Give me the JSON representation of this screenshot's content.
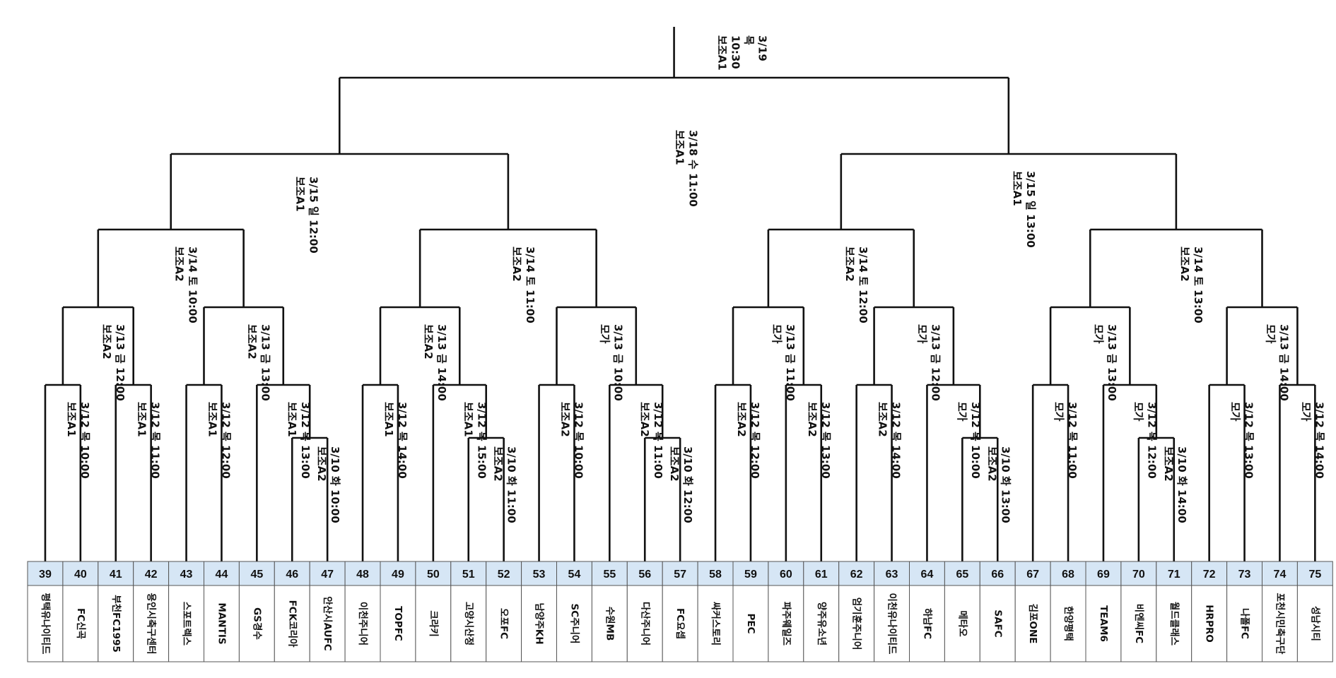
{
  "teams": [
    {
      "num": "39",
      "name": "평택유나이티드"
    },
    {
      "num": "40",
      "name": "FC신곡"
    },
    {
      "num": "41",
      "name": "부천FC1995"
    },
    {
      "num": "42",
      "name": "용인시축구센터"
    },
    {
      "num": "43",
      "name": "스포트렉스"
    },
    {
      "num": "44",
      "name": "MANTIS"
    },
    {
      "num": "45",
      "name": "GS경수"
    },
    {
      "num": "46",
      "name": "FCK코리아"
    },
    {
      "num": "47",
      "name": "안산시AUFC"
    },
    {
      "num": "48",
      "name": "이천주니어"
    },
    {
      "num": "49",
      "name": "TOPFC"
    },
    {
      "num": "50",
      "name": "크라키"
    },
    {
      "num": "51",
      "name": "고양시산정"
    },
    {
      "num": "52",
      "name": "오포FC"
    },
    {
      "num": "53",
      "name": "남양주KH"
    },
    {
      "num": "54",
      "name": "SC주니어"
    },
    {
      "num": "55",
      "name": "수원MB"
    },
    {
      "num": "56",
      "name": "다산주니어"
    },
    {
      "num": "57",
      "name": "FC요셉"
    },
    {
      "num": "58",
      "name": "싸커스토리"
    },
    {
      "num": "59",
      "name": "PEC"
    },
    {
      "num": "60",
      "name": "파주웨일즈"
    },
    {
      "num": "61",
      "name": "양주유소년"
    },
    {
      "num": "62",
      "name": "엄기훈주니어"
    },
    {
      "num": "63",
      "name": "이천유나이티드"
    },
    {
      "num": "64",
      "name": "하남FC"
    },
    {
      "num": "65",
      "name": "메타오"
    },
    {
      "num": "66",
      "name": "SAFC"
    },
    {
      "num": "67",
      "name": "김포ONE"
    },
    {
      "num": "68",
      "name": "한양평택"
    },
    {
      "num": "69",
      "name": "TEAM6"
    },
    {
      "num": "70",
      "name": "비엔씨FC"
    },
    {
      "num": "71",
      "name": "월드클래스"
    },
    {
      "num": "72",
      "name": "HRPRO"
    },
    {
      "num": "73",
      "name": "나폴FC"
    },
    {
      "num": "74",
      "name": "포천시민축구단"
    },
    {
      "num": "75",
      "name": "성남시티"
    }
  ],
  "matches": [
    {
      "id": "m-0310-1000",
      "time": "3/10 화 10:00",
      "venue": "보조A2"
    },
    {
      "id": "m-0310-1100",
      "time": "3/10 화 11:00",
      "venue": "보조A2"
    },
    {
      "id": "m-0310-1200",
      "time": "3/10 화 12:00",
      "venue": "보조A2"
    },
    {
      "id": "m-0310-1300",
      "time": "3/10 화 13:00",
      "venue": "보조A2"
    },
    {
      "id": "m-0310-1400",
      "time": "3/10 화 14:00",
      "venue": "보조A2"
    },
    {
      "id": "m-0312-a1-1000",
      "time": "3/12 목 10:00",
      "venue": "보조A1"
    },
    {
      "id": "m-0312-a1-1100",
      "time": "3/12 목 11:00",
      "venue": "보조A1"
    },
    {
      "id": "m-0312-a1-1200",
      "time": "3/12 목 12:00",
      "venue": "보조A1"
    },
    {
      "id": "m-0312-a1-1300",
      "time": "3/12 목 13:00",
      "venue": "보조A1"
    },
    {
      "id": "m-0312-a1-1400",
      "time": "3/12 목 14:00",
      "venue": "보조A1"
    },
    {
      "id": "m-0312-a1-1500",
      "time": "3/12 목 15:00",
      "venue": "보조A1"
    },
    {
      "id": "m-0312-a2-1000",
      "time": "3/12 목 10:00",
      "venue": "보조A2"
    },
    {
      "id": "m-0312-a2-1100",
      "time": "3/12 목 11:00",
      "venue": "보조A2"
    },
    {
      "id": "m-0312-a2-1200",
      "time": "3/12 목 12:00",
      "venue": "보조A2"
    },
    {
      "id": "m-0312-a2-1300",
      "time": "3/12 목 13:00",
      "venue": "보조A2"
    },
    {
      "id": "m-0312-a2-1400",
      "time": "3/12 목 14:00",
      "venue": "보조A2"
    },
    {
      "id": "m-0312-mg-1000",
      "time": "3/12 목 10:00",
      "venue": "모가"
    },
    {
      "id": "m-0312-mg-1100",
      "time": "3/12 목 11:00",
      "venue": "모가"
    },
    {
      "id": "m-0312-mg-1200",
      "time": "3/12 목 12:00",
      "venue": "모가"
    },
    {
      "id": "m-0312-mg-1300",
      "time": "3/12 목 13:00",
      "venue": "모가"
    },
    {
      "id": "m-0312-mg-1400",
      "time": "3/12 목 14:00",
      "venue": "모가"
    },
    {
      "id": "m-0313-a2-1200",
      "time": "3/13 금 12:00",
      "venue": "보조A2"
    },
    {
      "id": "m-0313-a2-1300",
      "time": "3/13 금 13:00",
      "venue": "보조A2"
    },
    {
      "id": "m-0313-a2-1400",
      "time": "3/13 금 14:00",
      "venue": "보조A2"
    },
    {
      "id": "m-0313-mg-1000",
      "time": "3/13 금 10:00",
      "venue": "모가"
    },
    {
      "id": "m-0313-mg-1100",
      "time": "3/13 금 11:00",
      "venue": "모가"
    },
    {
      "id": "m-0313-mg-1200",
      "time": "3/13 금 12:00",
      "venue": "모가"
    },
    {
      "id": "m-0313-mg-1300",
      "time": "3/13 금 13:00",
      "venue": "모가"
    },
    {
      "id": "m-0313-mg-1400",
      "time": "3/13 금 14:00",
      "venue": "모가"
    },
    {
      "id": "m-0314-1000",
      "time": "3/14 토 10:00",
      "venue": "보조A2"
    },
    {
      "id": "m-0314-1100",
      "time": "3/14 토 11:00",
      "venue": "보조A2"
    },
    {
      "id": "m-0314-1200",
      "time": "3/14 토 12:00",
      "venue": "보조A2"
    },
    {
      "id": "m-0314-1300",
      "time": "3/14 토 13:00",
      "venue": "보조A2"
    },
    {
      "id": "m-0315-1200",
      "time": "3/15 일 12:00",
      "venue": "보조A1"
    },
    {
      "id": "m-0315-1300",
      "time": "3/15 일 13:00",
      "venue": "보조A1"
    },
    {
      "id": "m-0318",
      "time": "3/18 수 11:00",
      "venue": "보조A1"
    },
    {
      "id": "m-0319",
      "date": "3/19",
      "weekday": "목",
      "time": "10:30",
      "venue": "보조A1"
    }
  ]
}
